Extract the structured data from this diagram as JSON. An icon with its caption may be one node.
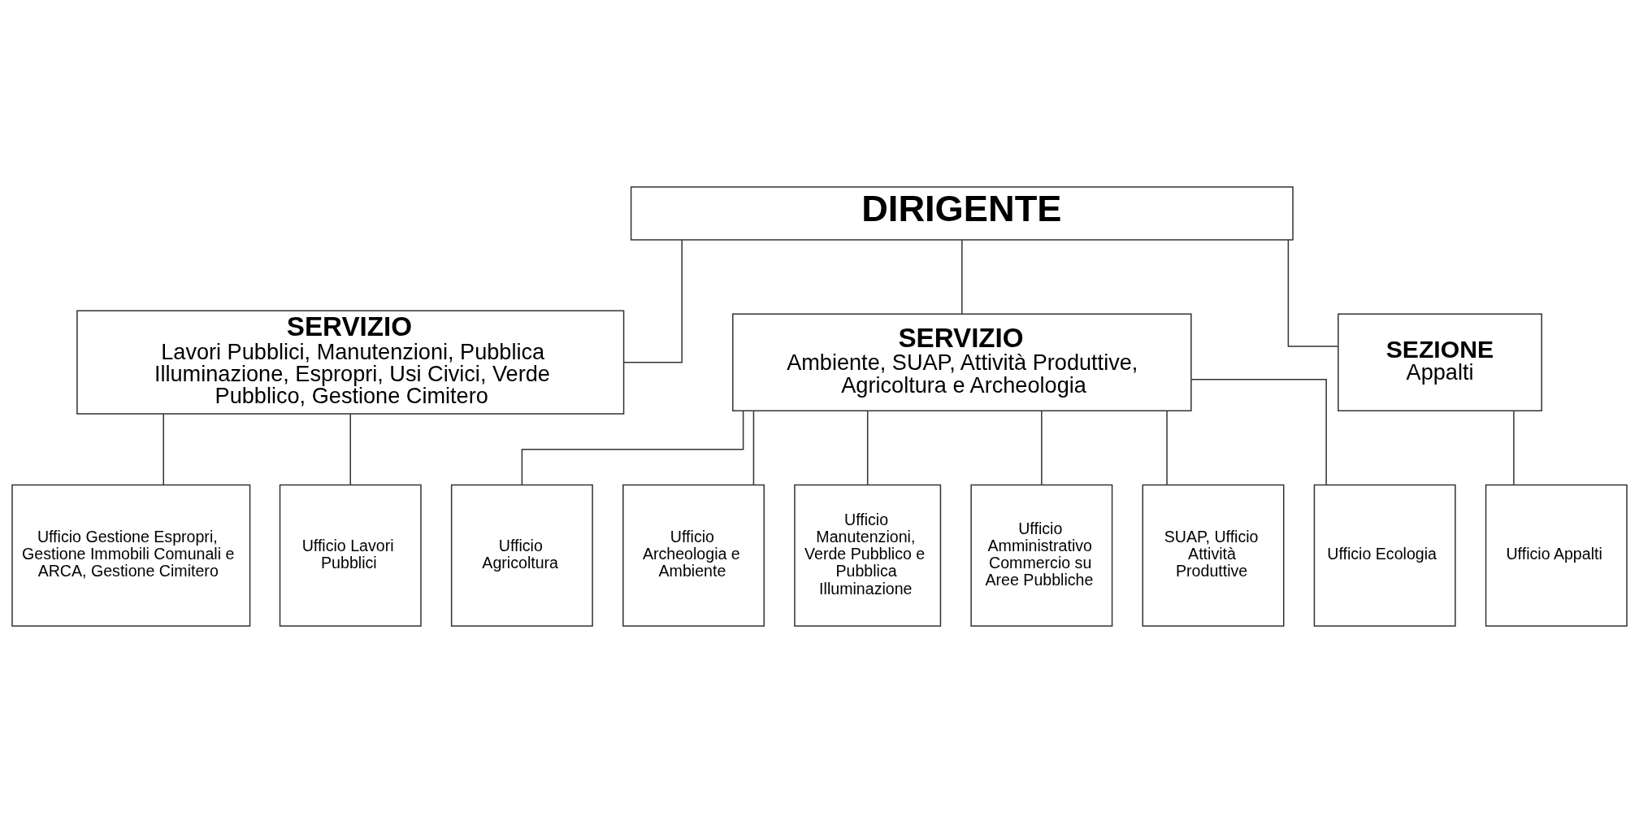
{
  "diagram": {
    "nodes": [
      {
        "text": [
          "DIRIGENTE"
        ]
      },
      {
        "text": [
          "SERVIZIO",
          "Lavori Pubblici, Manutenzioni, Pubblica Illuminazione, Espropri, Usi Civici, Verde Pubblico, Gestione Cimitero"
        ]
      },
      {
        "text": [
          "SERVIZIO",
          "Ambiente, SUAP, Attività Produttive, Agricoltura e Archeologia"
        ]
      },
      {
        "text": [
          "SEZIONE",
          "Appalti"
        ]
      },
      {
        "text": [
          "Ufficio Appalti"
        ]
      },
      {
        "text": [
          "Ufficio Gestione Espropri, Gestione Immobili Comunali e ARCA, Gestione Cimitero"
        ]
      },
      {
        "text": [
          "Ufficio Lavori Pubblici"
        ]
      },
      {
        "text": [
          "Ufficio Agricoltura"
        ]
      },
      {
        "text": [
          "Ufficio Archeologia e Ambiente"
        ]
      },
      {
        "text": [
          "Ufficio Manutenzioni, Verde Pubblico e Pubblica Illuminazione"
        ]
      },
      {
        "text": [
          "Ufficio Amministrativo Commercio su Aree Pubbliche"
        ]
      },
      {
        "text": [
          "SUAP, Ufficio Attività Produttive"
        ]
      },
      {
        "text": [
          "Ufficio Ecologia"
        ]
      }
    ],
    "edges": [
      {
        "from": 0,
        "to": 3,
        "arrow": "none"
      },
      {
        "from": 0,
        "to": 1,
        "arrow": "none"
      },
      {
        "from": 0,
        "to": 2,
        "arrow": "none"
      },
      {
        "from": 3,
        "to": 4,
        "arrow": "none"
      },
      {
        "from": 1,
        "to": 5,
        "arrow": "none"
      },
      {
        "from": 1,
        "to": 6,
        "arrow": "none"
      },
      {
        "from": 2,
        "to": 7,
        "arrow": "none"
      },
      {
        "from": 2,
        "to": 8,
        "arrow": "none"
      },
      {
        "from": 2,
        "to": 9,
        "arrow": "none"
      },
      {
        "from": 2,
        "to": 10,
        "arrow": "none"
      },
      {
        "from": 2,
        "to": 11,
        "arrow": "none"
      },
      {
        "from": 2,
        "to": 12,
        "arrow": "none"
      }
    ]
  }
}
